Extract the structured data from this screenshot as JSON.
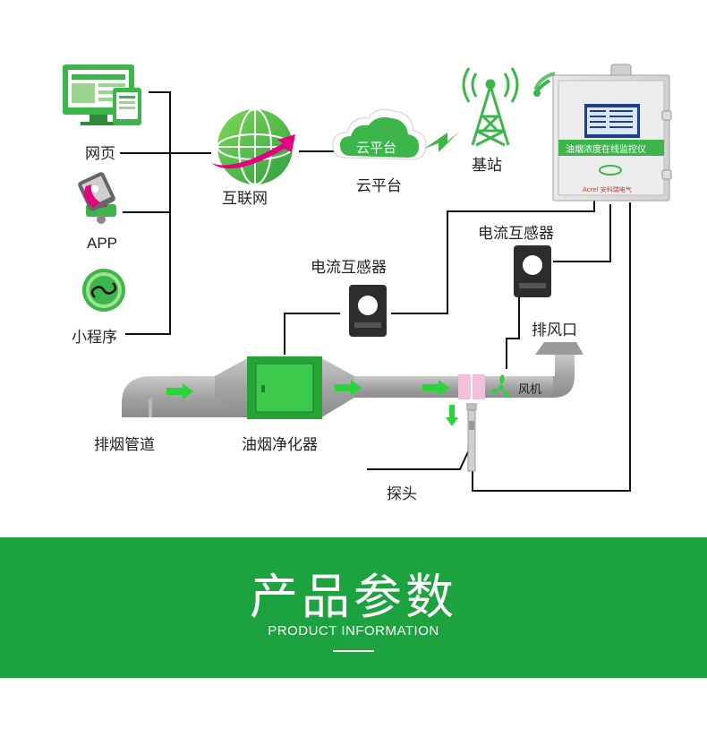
{
  "labels": {
    "webpage": "网页",
    "app": "APP",
    "miniprogram": "小程序",
    "internet": "互联网",
    "cloud_badge": "云平台",
    "cloud_platform": "云平台",
    "base_station": "基站",
    "ct_left": "电流互感器",
    "ct_right": "电流互感器",
    "exhaust_outlet": "排风口",
    "fan": "风机",
    "smoke_duct": "排烟管道",
    "purifier": "油烟净化器",
    "probe": "探头",
    "monitor_name": "油烟浓度在线监控仪",
    "monitor_brand": "Acrel 安科瑞电气"
  },
  "banner": {
    "title": "产品参数",
    "subtitle": "PRODUCT INFORMATION"
  },
  "colors": {
    "brand_green": "#1ca33f",
    "icon_green": "#3cb54a",
    "pink": "#e4007f",
    "duct_gray": "#a9a9a9"
  }
}
